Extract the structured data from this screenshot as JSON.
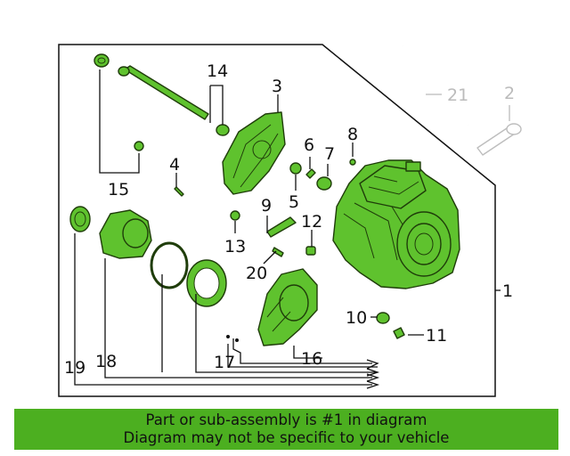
{
  "callouts": {
    "c1": "1",
    "c2": "2",
    "c3": "3",
    "c4": "4",
    "c5": "5",
    "c6": "6",
    "c7": "7",
    "c8": "8",
    "c9": "9",
    "c10": "10",
    "c11": "11",
    "c12": "12",
    "c13": "13",
    "c14": "14",
    "c15": "15",
    "c16": "16",
    "c17": "17",
    "c18": "18",
    "c19": "19",
    "c20": "20",
    "c21": "21"
  },
  "colors": {
    "highlight": "#5fc22e",
    "banner": "#4caf20",
    "ghost": "#bbbbbb"
  },
  "banner": {
    "line1": "Part or sub-assembly is #1 in diagram",
    "line2": "Diagram may not be specific to your vehicle"
  }
}
